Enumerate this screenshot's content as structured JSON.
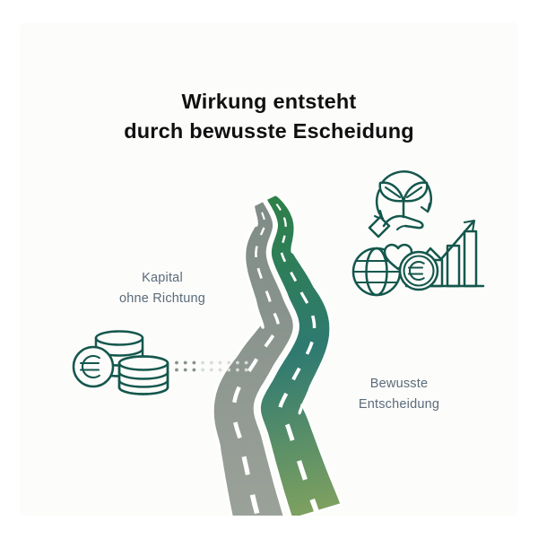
{
  "title": {
    "line1": "Wirkung entsteht",
    "line2": "durch bewusste Escheidung"
  },
  "labels": {
    "capital": {
      "line1": "Kapital",
      "line2": "ohne Richtung"
    },
    "decision": {
      "line1": "Bewusste",
      "line2": "Entscheidung"
    }
  },
  "icons": {
    "hand_seedling_recycle": "hand-seedling-recycle-icon",
    "globe_heart": "globe-heart-icon",
    "euro_growth_chart": "euro-growth-chart-icon",
    "euro_coins": "euro-coins-icon"
  },
  "colors": {
    "page_bg": "#ffffff",
    "card_bg": "#fcfcfa",
    "title_text": "#101010",
    "label_text": "#5b6b7a",
    "icon_stroke": "#14574d",
    "road_gray_top": "#7f8b86",
    "road_gray_bottom": "#9ba29a",
    "road_green_top": "#2e8047",
    "road_green_mid": "#2f7a71",
    "road_green_bottom": "#85a45e",
    "lane_dash": "#ffffff",
    "dots": "#84928e",
    "dots_on_road": "#d7ddd9"
  }
}
